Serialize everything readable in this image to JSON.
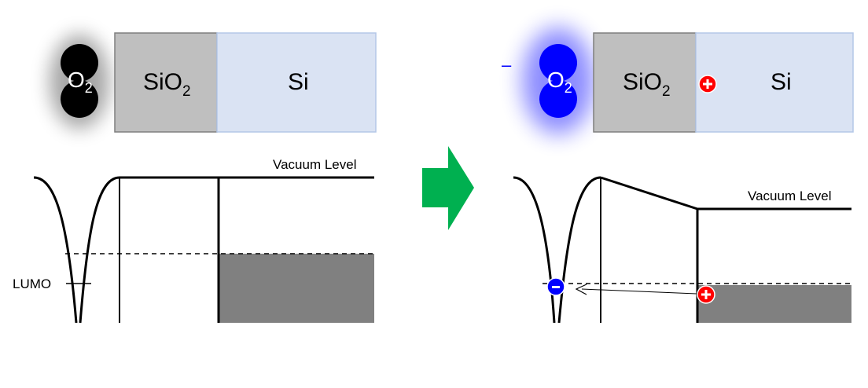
{
  "left_panel": {
    "molecule": {
      "main": "O",
      "sub": "2"
    },
    "oxide": {
      "main": "SiO",
      "sub": "2"
    },
    "substrate": "Si",
    "vacuum_level": "Vacuum Level",
    "lumo": "LUMO"
  },
  "right_panel": {
    "molecule": {
      "main": "O",
      "sub": "2"
    },
    "oxide": {
      "main": "SiO",
      "sub": "2"
    },
    "substrate": "Si",
    "vacuum_level": "Vacuum Level",
    "molecule_charge": "–",
    "hole_symbol": "+",
    "electron_symbol": "-"
  },
  "colors": {
    "oxide": "#bfbfbf",
    "silicon": "#dae3f3",
    "silicon_border": "#b4c7e7",
    "filled_band": "#808080",
    "neutral_o2": "#000000",
    "charged_o2": "#0000ff",
    "arrow": "#00b050",
    "hole": "#ff0000",
    "electron": "#0000ff"
  },
  "icons": {
    "transition": "right-arrow-icon",
    "hole": "hole-plus-icon",
    "electron": "electron-minus-icon"
  }
}
